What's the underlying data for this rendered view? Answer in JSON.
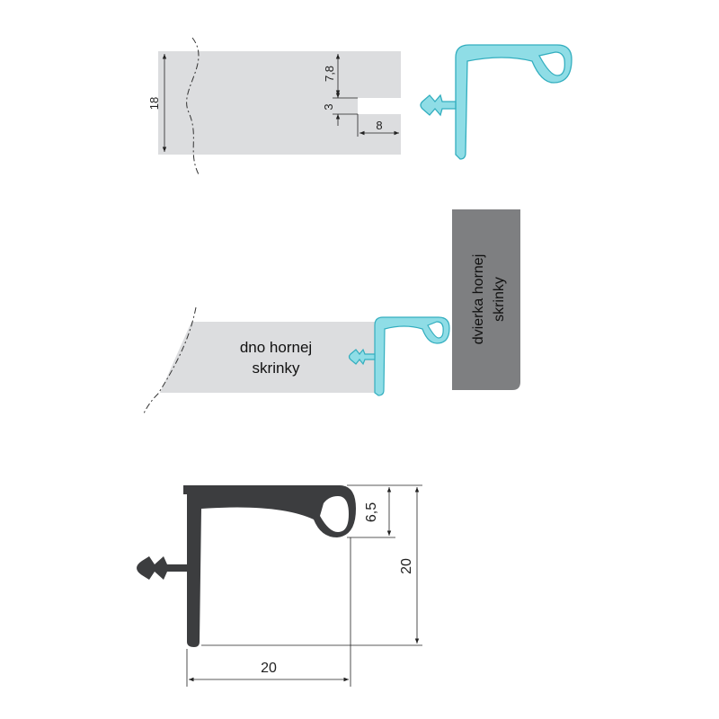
{
  "colors": {
    "board": "#dcdddf",
    "profile": "#8fdde6",
    "profile_edge": "#33aebf",
    "door": "#7e7f81",
    "dark_profile": "#3c3d3f",
    "line": "#222222"
  },
  "top_detail": {
    "dim_thickness": "18",
    "dim_groove_top": "7,8",
    "dim_groove_width": "3",
    "dim_groove_depth": "8"
  },
  "assembly": {
    "shelf_label_line1": "dno hornej",
    "shelf_label_line2": "skrinky",
    "door_label_line1": "dvierka hornej",
    "door_label_line2": "skrinky"
  },
  "profile_section": {
    "dim_grip_height": "6,5",
    "dim_height": "20",
    "dim_width": "20"
  }
}
